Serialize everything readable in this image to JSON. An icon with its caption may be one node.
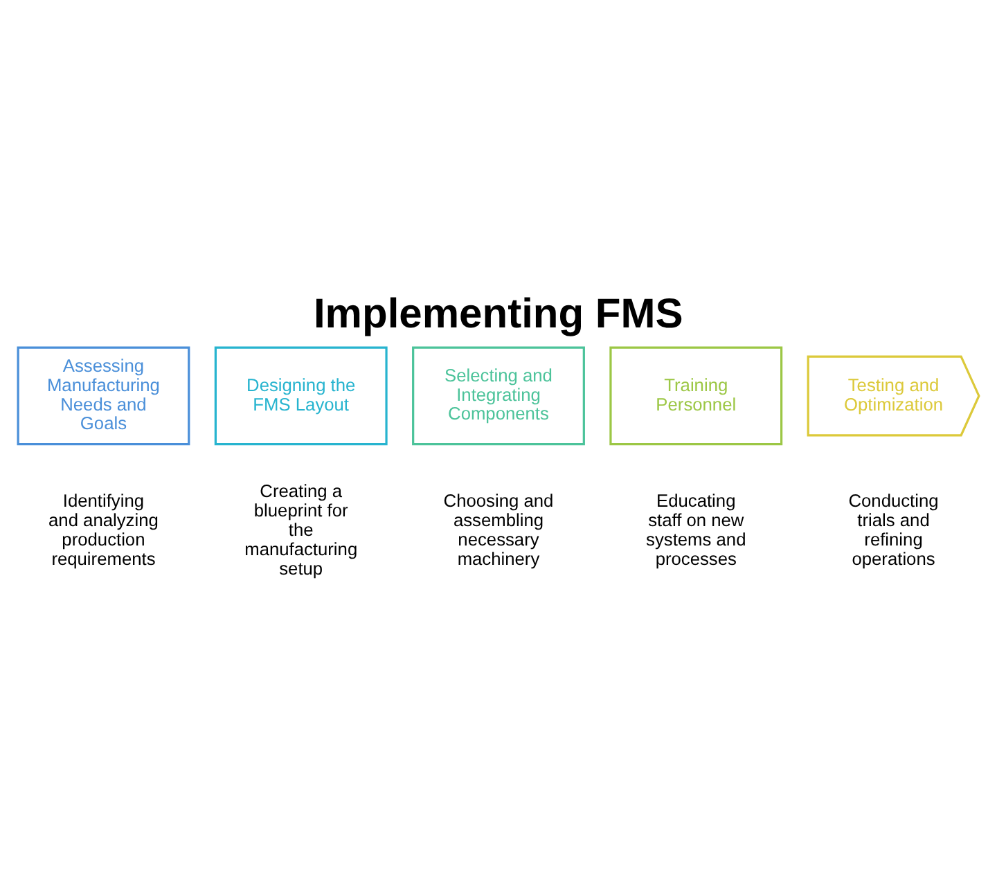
{
  "diagram": {
    "title": "Implementing FMS",
    "nodes": [
      {
        "text": [
          "Assessing Manufacturing Needs and Goals"
        ],
        "beside": [
          "Identifying and analyzing production requirements"
        ]
      },
      {
        "text": [
          "Designing the FMS Layout"
        ],
        "beside": [
          "Creating a blueprint for the manufacturing setup"
        ]
      },
      {
        "text": [
          "Selecting and Integrating Components"
        ],
        "beside": [
          "Choosing and assembling necessary machinery"
        ]
      },
      {
        "text": [
          "Training Personnel"
        ],
        "beside": [
          "Educating staff on new systems and processes"
        ]
      },
      {
        "text": [
          "Testing and Optimization"
        ],
        "beside": [
          "Conducting trials and refining operations"
        ]
      }
    ],
    "edges": []
  }
}
